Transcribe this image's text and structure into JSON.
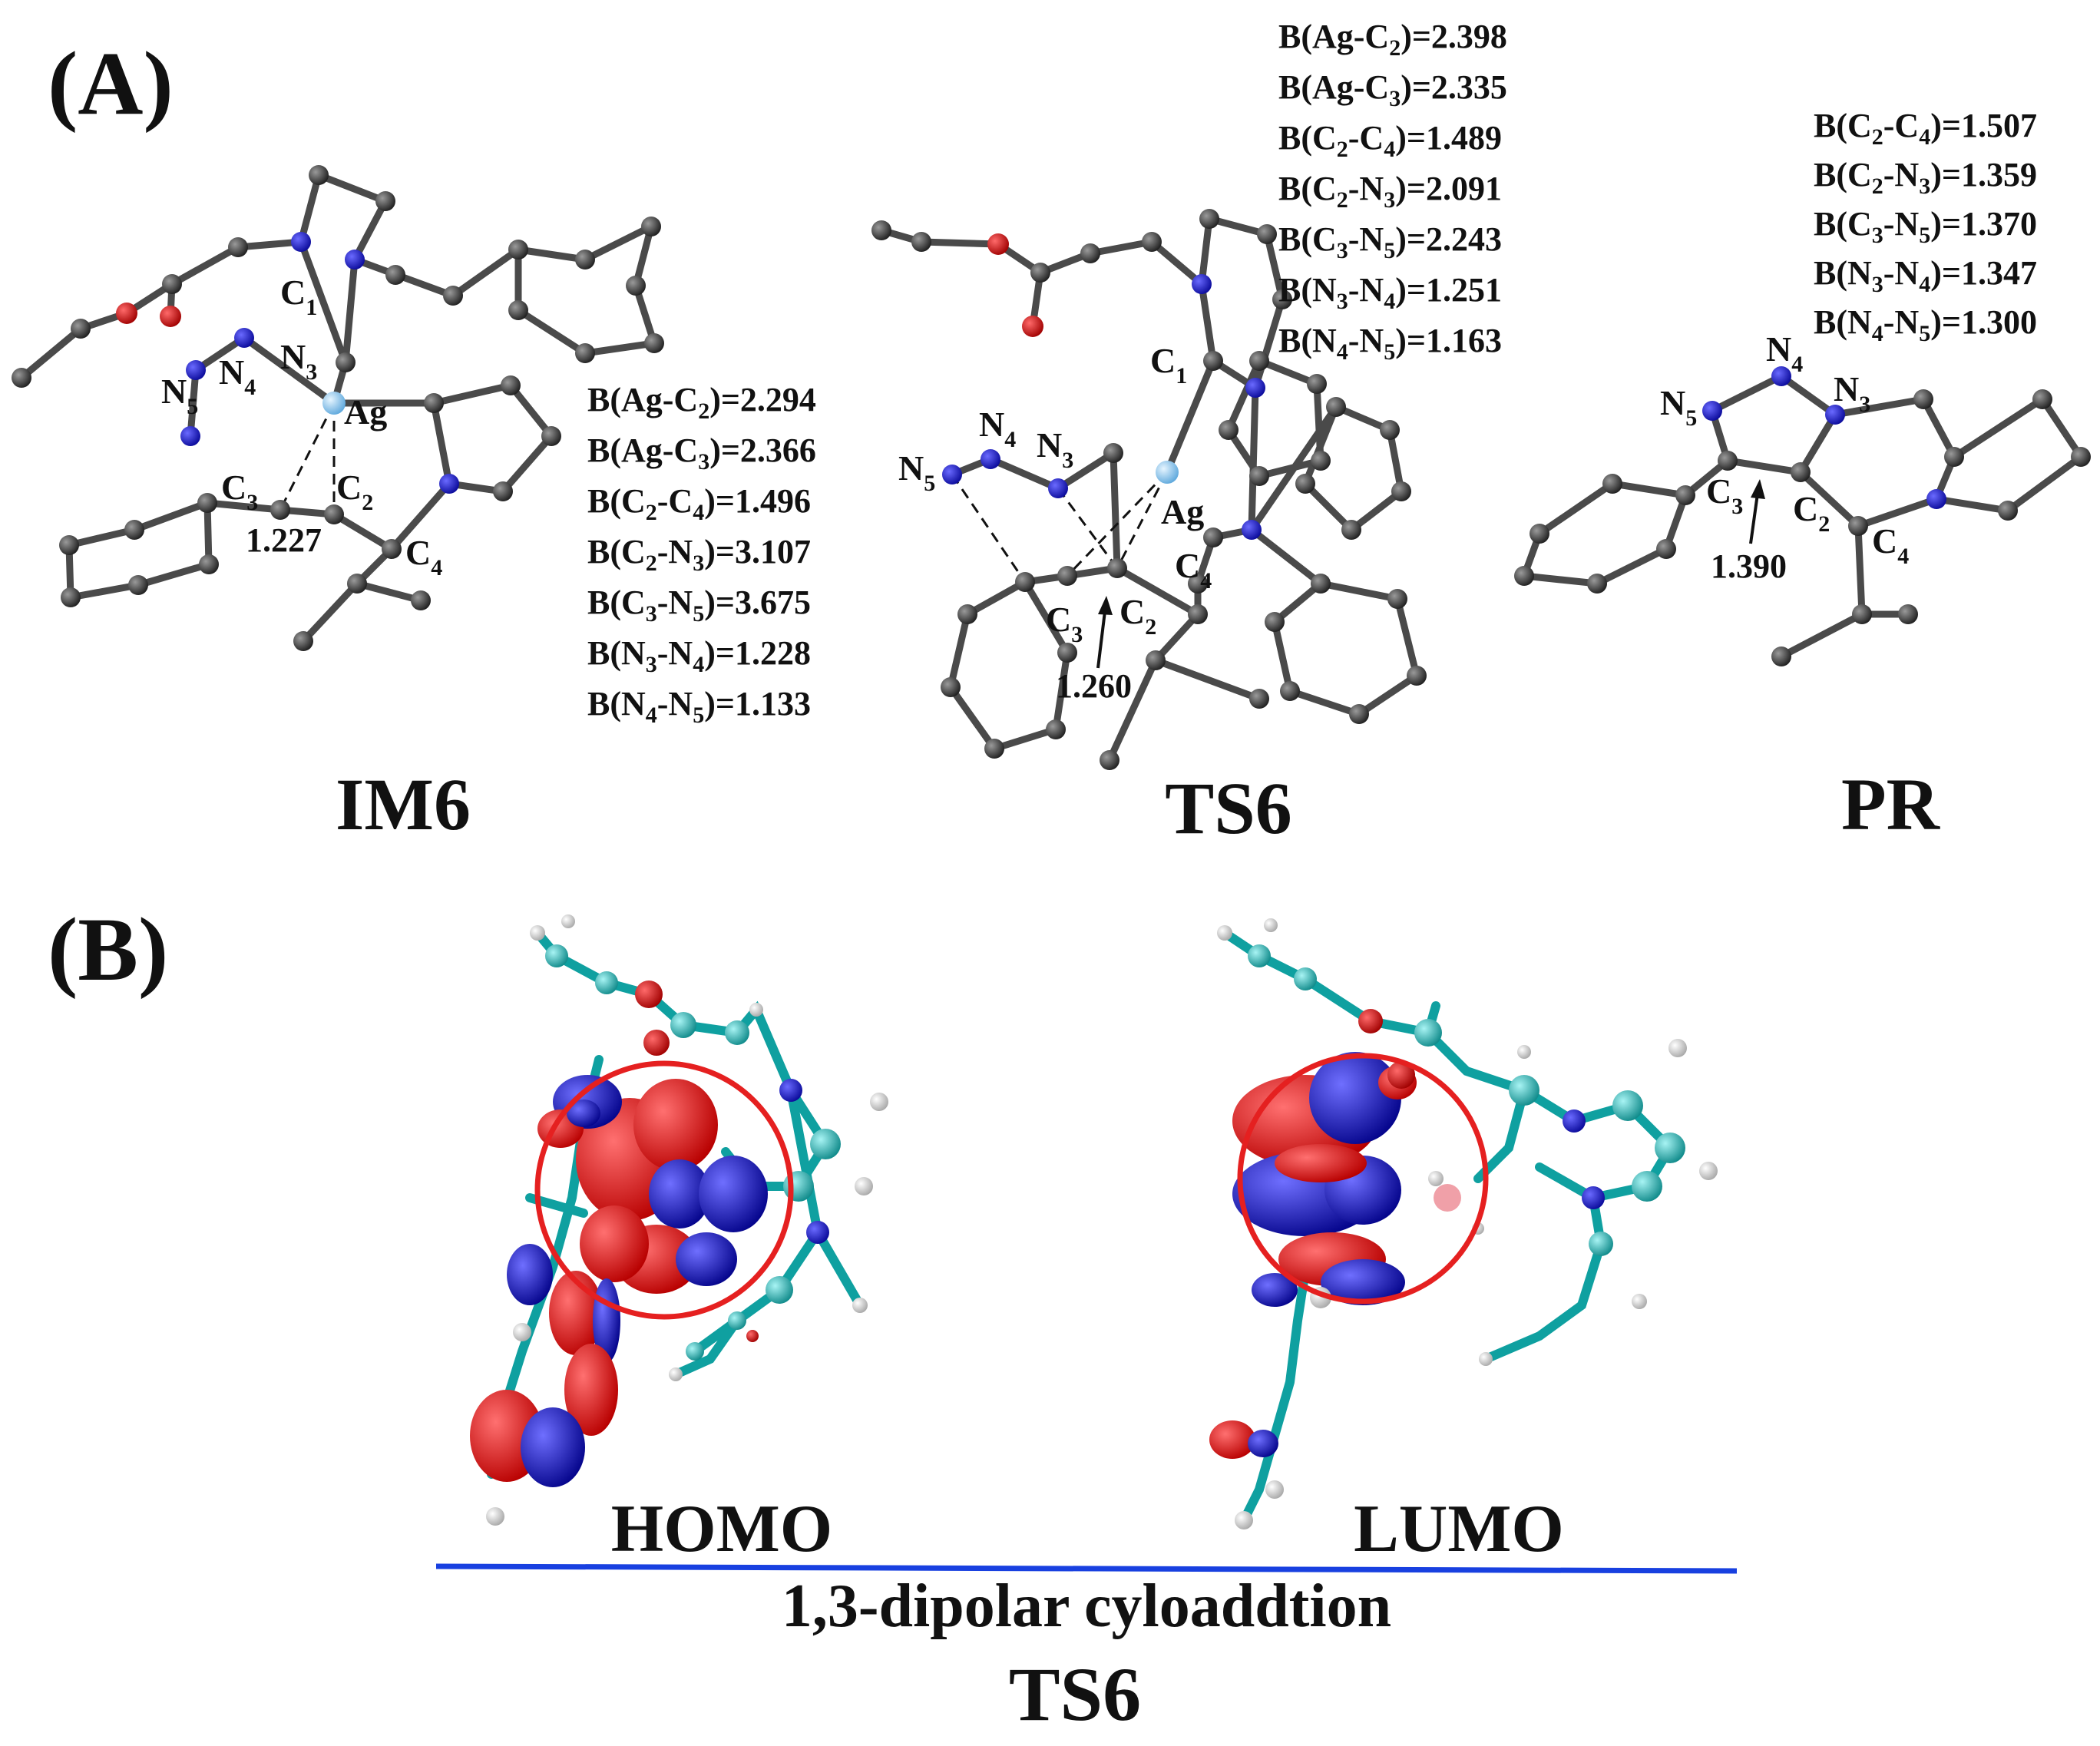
{
  "panels": {
    "a_label": "(A)",
    "b_label": "(B)"
  },
  "structures": [
    {
      "name": "IM6",
      "bonds": [
        {
          "base": "B(Ag-C",
          "sub": "2",
          "tail": ")=2.294"
        },
        {
          "base": "B(Ag-C",
          "sub": "3",
          "tail": ")=2.366"
        },
        {
          "base": "B(C",
          "sub": "2",
          "mid": "-C",
          "sub2": "4",
          "tail": ")=1.496"
        },
        {
          "base": "B(C",
          "sub": "2",
          "mid": "-N",
          "sub2": "3",
          "tail": ")=3.107"
        },
        {
          "base": "B(C",
          "sub": "3",
          "mid": "-N",
          "sub2": "5",
          "tail": ")=3.675"
        },
        {
          "base": "B(N",
          "sub": "3",
          "mid": "-N",
          "sub2": "4",
          "tail": ")=1.228"
        },
        {
          "base": "B(N",
          "sub": "4",
          "mid": "-N",
          "sub2": "5",
          "tail": ")=1.133"
        }
      ],
      "distance_label": "1.227"
    },
    {
      "name": "TS6",
      "bonds": [
        {
          "base": "B(Ag-C",
          "sub": "2",
          "tail": ")=2.398"
        },
        {
          "base": "B(Ag-C",
          "sub": "3",
          "tail": ")=2.335"
        },
        {
          "base": "B(C",
          "sub": "2",
          "mid": "-C",
          "sub2": "4",
          "tail": ")=1.489"
        },
        {
          "base": "B(C",
          "sub": "2",
          "mid": "-N",
          "sub2": "3",
          "tail": ")=2.091"
        },
        {
          "base": "B(C",
          "sub": "3",
          "mid": "-N",
          "sub2": "5",
          "tail": ")=2.243"
        },
        {
          "base": "B(N",
          "sub": "3",
          "mid": "-N",
          "sub2": "4",
          "tail": ")=1.251"
        },
        {
          "base": "B(N",
          "sub": "4",
          "mid": "-N",
          "sub2": "5",
          "tail": ")=1.163"
        }
      ],
      "distance_label": "1.260"
    },
    {
      "name": "PR",
      "bonds": [
        {
          "base": "B(C",
          "sub": "2",
          "mid": "-C",
          "sub2": "4",
          "tail": ")=1.507"
        },
        {
          "base": "B(C",
          "sub": "2",
          "mid": "-N",
          "sub2": "3",
          "tail": ")=1.359"
        },
        {
          "base": "B(C",
          "sub": "3",
          "mid": "-N",
          "sub2": "5",
          "tail": ")=1.370"
        },
        {
          "base": "B(N",
          "sub": "3",
          "mid": "-N",
          "sub2": "4",
          "tail": ")=1.347"
        },
        {
          "base": "B(N",
          "sub": "4",
          "mid": "-N",
          "sub2": "5",
          "tail": ")=1.300"
        }
      ],
      "distance_label": "1.390"
    }
  ],
  "atoms": {
    "C": "C",
    "N": "N",
    "Ag": "Ag",
    "s1": "1",
    "s2": "2",
    "s3": "3",
    "s4": "4",
    "s5": "5"
  },
  "orbitals": {
    "homo": "HOMO",
    "lumo": "LUMO",
    "caption": "1,3-dipolar cyloaddtion",
    "caption_ts": "TS6"
  },
  "colors": {
    "carbon_grey": "#555555",
    "nitrogen_blue": "#1c1cd6",
    "oxygen_red": "#dd0000",
    "silver_lightblue": "#8fc8ef",
    "orbital_red": "#e3000b",
    "orbital_blue": "#0a0ad2",
    "ball_cyan": "#1fb5b5",
    "highlight_circle": "#e52020",
    "rule_blue": "#1840e0"
  }
}
